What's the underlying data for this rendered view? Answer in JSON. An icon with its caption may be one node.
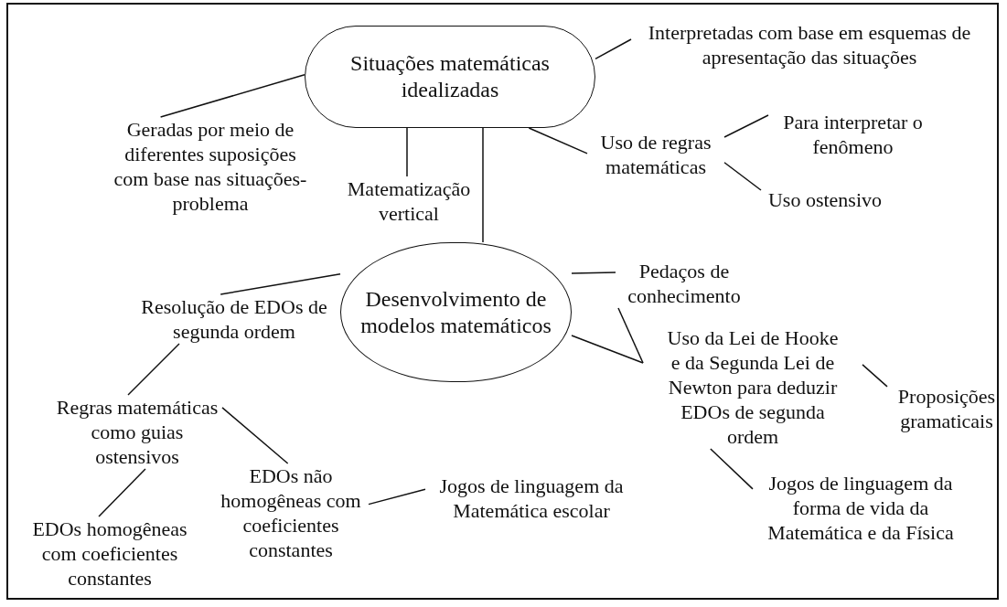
{
  "diagram": {
    "nodes": [
      {
        "text": [
          "Situações matemáticas idealizadas"
        ]
      },
      {
        "text": [
          "Desenvolvimento de modelos matemáticos"
        ]
      },
      {
        "text": [
          "Interpretadas com base em esquemas de apresentação das situações"
        ]
      },
      {
        "text": [
          "Geradas por meio de diferentes suposições com base nas situações-problema"
        ]
      },
      {
        "text": [
          "Matematização vertical"
        ]
      },
      {
        "text": [
          "Uso de regras matemáticas"
        ]
      },
      {
        "text": [
          "Para interpretar o fenômeno"
        ]
      },
      {
        "text": [
          "Uso ostensivo"
        ]
      },
      {
        "text": [
          "Pedaços de conhecimento"
        ]
      },
      {
        "text": [
          "Resolução de EDOs de segunda ordem"
        ]
      },
      {
        "text": [
          "Uso da Lei de Hooke e da Segunda Lei de Newton para deduzir EDOs de segunda ordem"
        ]
      },
      {
        "text": [
          "Proposições gramaticais"
        ]
      },
      {
        "text": [
          "Regras matemáticas como guias ostensivos"
        ]
      },
      {
        "text": [
          "EDOs não homogêneas com coeficientes constantes"
        ]
      },
      {
        "text": [
          "Jogos de linguagem da Matemática escolar"
        ]
      },
      {
        "text": [
          "EDOs homogêneas com coeficientes constantes"
        ]
      },
      {
        "text": [
          "Jogos de linguagem da forma de vida da Matemática e da Física"
        ]
      }
    ],
    "edges": [
      {
        "from": 0,
        "to": 2,
        "arrow": "none"
      },
      {
        "from": 0,
        "to": 3,
        "arrow": "none"
      },
      {
        "from": 0,
        "to": 4,
        "arrow": "none"
      },
      {
        "from": 0,
        "to": 1,
        "arrow": "none"
      },
      {
        "from": 0,
        "to": 5,
        "arrow": "none"
      },
      {
        "from": 5,
        "to": 6,
        "arrow": "none"
      },
      {
        "from": 5,
        "to": 7,
        "arrow": "none"
      },
      {
        "from": 1,
        "to": 8,
        "arrow": "none"
      },
      {
        "from": 8,
        "to": 10,
        "arrow": "none"
      },
      {
        "from": 1,
        "to": 10,
        "arrow": "none"
      },
      {
        "from": 1,
        "to": 9,
        "arrow": "none"
      },
      {
        "from": 9,
        "to": 12,
        "arrow": "none"
      },
      {
        "from": 12,
        "to": 13,
        "arrow": "none"
      },
      {
        "from": 12,
        "to": 15,
        "arrow": "none"
      },
      {
        "from": 13,
        "to": 14,
        "arrow": "none"
      },
      {
        "from": 10,
        "to": 11,
        "arrow": "none"
      },
      {
        "from": 10,
        "to": 16,
        "arrow": "none"
      }
    ]
  }
}
